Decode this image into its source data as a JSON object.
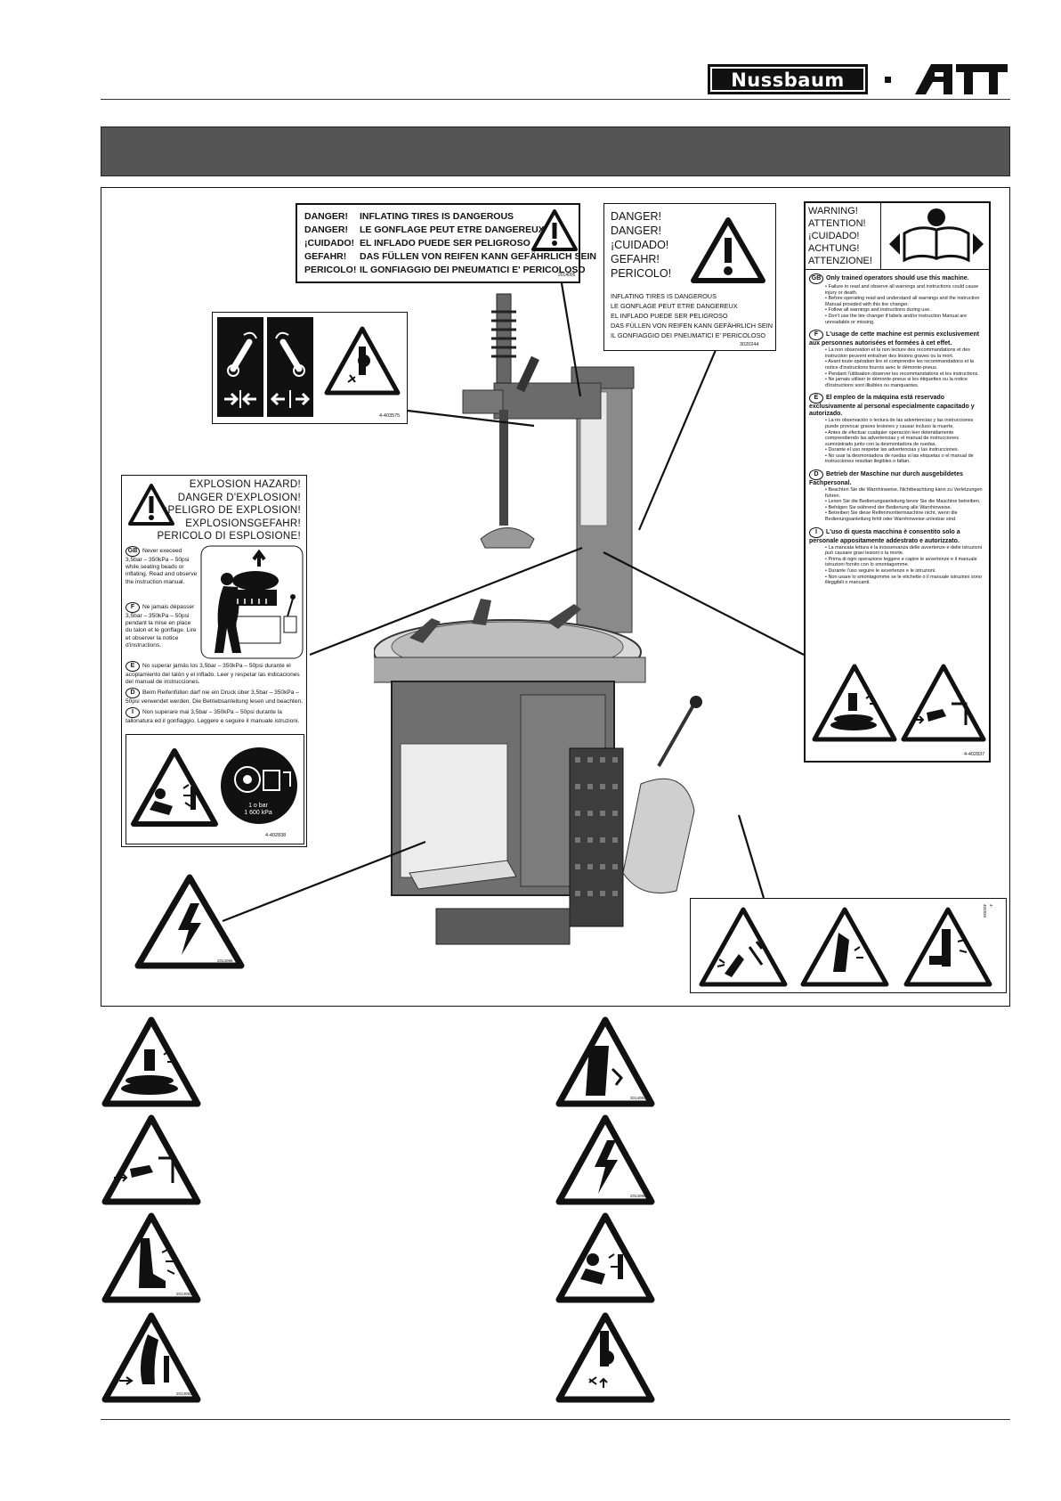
{
  "header": {
    "brand_logo": "Nussbaum",
    "brand_logo2": "ATT"
  },
  "danger_label_top": {
    "rows": [
      {
        "word": "DANGER!",
        "text": "INFLATING TIRES IS DANGEROUS"
      },
      {
        "word": "DANGER!",
        "text": "LE GONFLAGE PEUT ETRE DANGEREUX"
      },
      {
        "word": "¡CUIDADO!",
        "text": "EL INFLADO PUEDE SER PELIGROSO"
      },
      {
        "word": "GEFAHR!",
        "text": "DAS FÜLLEN VON REIFEN KANN GEFÄHRLICH SEIN"
      },
      {
        "word": "PERICOLO!",
        "text": "IL GONFIAGGIO DEI PNEUMATICI E' PERICOLOSO"
      }
    ],
    "code": "2014095"
  },
  "danger_label_right": {
    "words": [
      "DANGER!",
      "DANGER!",
      "¡CUIDADO!",
      "GEFAHR!",
      "PERICOLO!"
    ],
    "lines": [
      "INFLATING TIRES IS DANGEROUS",
      "LE GONFLAGE PEUT ETRE DANGEREUX",
      "EL INFLADO PUEDE SER PELIGROSO",
      "DAS FÜLLEN VON REIFEN KANN GEFÄHRLICH SEIN",
      "IL GONFIAGGIO DEI PNEUMATICI E' PERICOLOSO"
    ],
    "code": "3020244"
  },
  "lever_label": {
    "code": "4-403575"
  },
  "explosion_label": {
    "headings": [
      "EXPLOSION HAZARD!",
      "DANGER D'EXPLOSION!",
      "¡PELIGRO DE EXPLOSION!",
      "EXPLOSIONSGEFAHR!",
      "PERICOLO DI ESPLOSIONE!"
    ],
    "items": [
      {
        "lang": "GB",
        "text": "Never execeed 3,5bar – 350kPa – 50psi while seating beads or inflating. Read and observe the instruction manual."
      },
      {
        "lang": "F",
        "text": "Ne jamais dépasser 3,5bar – 350kPa – 50psi pendant la mise en place du talon et le gonflage. Lire et observer la notice d'instructions."
      },
      {
        "lang": "E",
        "text": "No superar jamás los 3,5bar – 350kPa – 50psi durante el acoplamiento del talón y el inflado. Leer y respetar las indicaciones del manual de instrucciones."
      },
      {
        "lang": "D",
        "text": "Beim Reifenfüllen darf nie ein Druck über 3,5bar – 350kPa – 50psi verwendet werden. Die Betriebsanleitung lesen und beachten."
      },
      {
        "lang": "I",
        "text": "Non superare mai 3,5bar – 350kPa – 50psi durante la tallonatura ed il gonfiaggio. Leggere e seguire il manuale istruzioni."
      }
    ],
    "gauge_text": "1 o bar\n1 600 kPa",
    "code": "4-402838"
  },
  "warning_label": {
    "headings": [
      "WARNING!",
      "ATTENTION!",
      "¡CUIDADO!",
      "ACHTUNG!",
      "ATTENZIONE!"
    ],
    "sections": [
      {
        "lang": "GB",
        "title": "Only trained operators should use this machine.",
        "bullets": [
          "Failure to read and observe all warnings and instructions could cause injury or death.",
          "Before operating read and understand all warnings and the instruction Manual provided with this tire changer.",
          "Follow all warnings and instructions during use.",
          "Don't use the tire changer if labels and/or instruction Manual are unreadable or missing."
        ]
      },
      {
        "lang": "F",
        "title": "L'usage de cette machine est permis exclusivement aux personnes autorisées et formées à cet effet.",
        "bullets": [
          "La non observation et la non lecture des recommandations et des instruction peuvent entraîner des lésions graves ou la mort.",
          "Avant toute opération lire et comprendre les recommandations et la notice d'instructions fournis avec le démonte-pneus.",
          "Pendant l'utilisation observer les recommandations et les instructions.",
          "Ne jamais utiliser le démonte-pneus si les étiquettes ou la notice d'instructions sont illisibles ou manquantes."
        ]
      },
      {
        "lang": "E",
        "title": "El empleo de la máquina está reservado exclusivamente al personal especialmente capacitado y autorizado.",
        "bullets": [
          "La no observación o lectura de las advertencias y las instrucciones puede provocar graves lesiones y causar incluso la muerte.",
          "Antes de efectuar cualquier operación leer detenidamente comprendiendo las advertencias y el manual de instrucciones suministrado junto con la desmontadora de ruedas.",
          "Durante el uso respetar las advertencias y las instrucciones.",
          "No usar la desmontadora de ruedas si las etiquetas o el manual de instrucciones resultan ilegibles o faltan."
        ]
      },
      {
        "lang": "D",
        "title": "Betrieb der Maschine nur durch ausgebildetes Fachpersonal.",
        "bullets": [
          "Beachten Sie die Warnhinweise. Nichtbeachtung kann zu Verletzungen führen.",
          "Lesen Sie die Bedienungsanleitung bevor Sie die Maschine betreiben.",
          "Befolgen Sie während der Bedienung alle Warnhinweise.",
          "Betreiben Sie diese Reifenmontiermaschine nicht, wenn die Bedienungsanleitung fehlt oder Warnhinweise unlesbar sind."
        ]
      },
      {
        "lang": "I",
        "title": "L'uso di questa macchina è consentito solo a personale appositamente addestrato e autorizzato.",
        "bullets": [
          "La mancata lettura e la inosservanza delle avvertenze e delle istruzioni può causare gravi lesioni o la morte.",
          "Prima di ogni operazione leggere e capire le avvertenze e il manuale istruzioni fornito con lo smontagomme.",
          "Durante l'uso seguire le avvertenze e le istruzioni.",
          "Non usare lo smontagomme se le etichette o il manuale istruzioni sono illeggibili o mancanti."
        ]
      }
    ],
    "code": "4-402837"
  },
  "voltage_label": {
    "code": "2014096"
  },
  "pinch_label": {
    "code": "4-402836"
  },
  "symbol_codes": {
    "s1": "",
    "s2": "2014094",
    "s3": "",
    "s4": "2014096",
    "s5": "2014093",
    "s6": "",
    "s7": "2014092",
    "s8": ""
  }
}
